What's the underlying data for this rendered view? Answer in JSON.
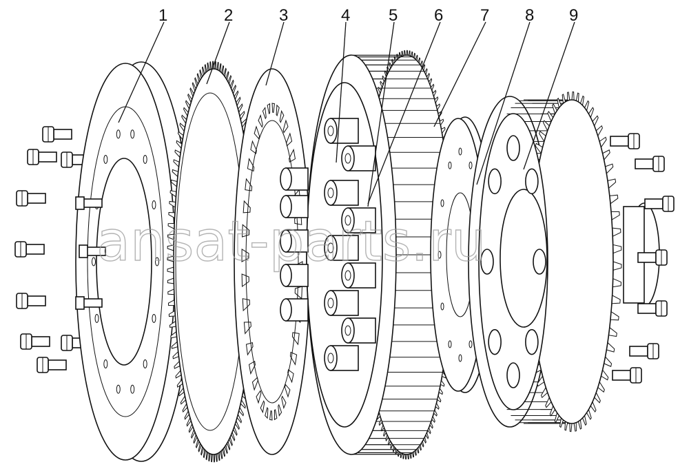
{
  "callouts": [
    {
      "id": "1",
      "label": "1"
    },
    {
      "id": "2",
      "label": "2"
    },
    {
      "id": "3",
      "label": "3"
    },
    {
      "id": "4",
      "label": "4"
    },
    {
      "id": "5",
      "label": "5"
    },
    {
      "id": "6",
      "label": "6"
    },
    {
      "id": "7",
      "label": "7"
    },
    {
      "id": "8",
      "label": "8"
    },
    {
      "id": "9",
      "label": "9"
    }
  ],
  "watermark": "ansat-parts.ru"
}
